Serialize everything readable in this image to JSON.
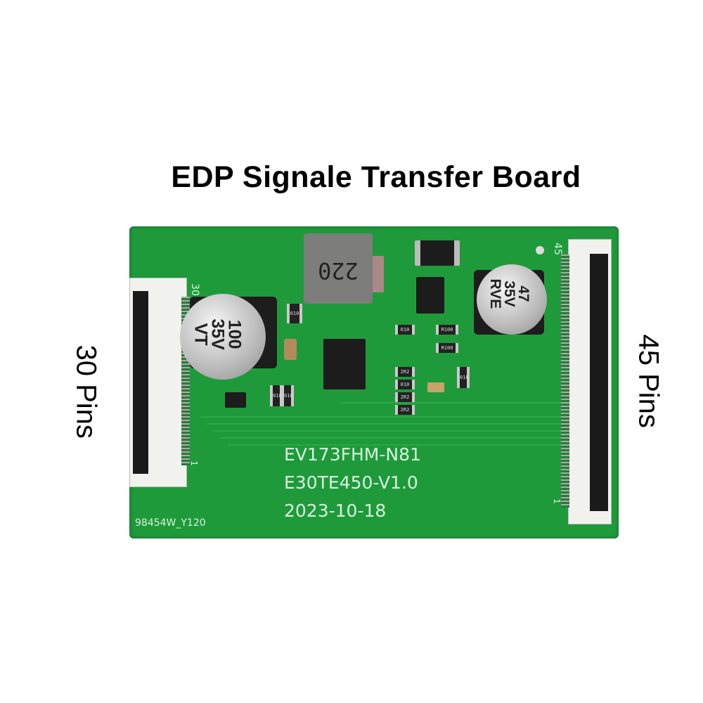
{
  "title": "EDP Signale Transfer Board",
  "left_label": "30 Pins",
  "right_label": "45 Pins",
  "board": {
    "color": "#1f9a3b",
    "silkscreen": {
      "model": "EV173FHM-N81",
      "version": "E30TE450-V1.0",
      "date": "2023-10-18",
      "code": "98454W_Y120",
      "left_pin_top": "30",
      "left_pin_bottom": "1",
      "right_pin_top": "45",
      "right_pin_bottom": "1"
    },
    "inductor_label": "220",
    "cap_left": {
      "l1": "100",
      "l2": "35V",
      "l3": "VT"
    },
    "cap_right": {
      "l1": "47",
      "l2": "35V",
      "l3": "RVE"
    },
    "resistors": [
      "010",
      "R100",
      "R100",
      "2R2",
      "010",
      "2R2",
      "2R2",
      "010",
      "010",
      "010",
      "010"
    ]
  }
}
